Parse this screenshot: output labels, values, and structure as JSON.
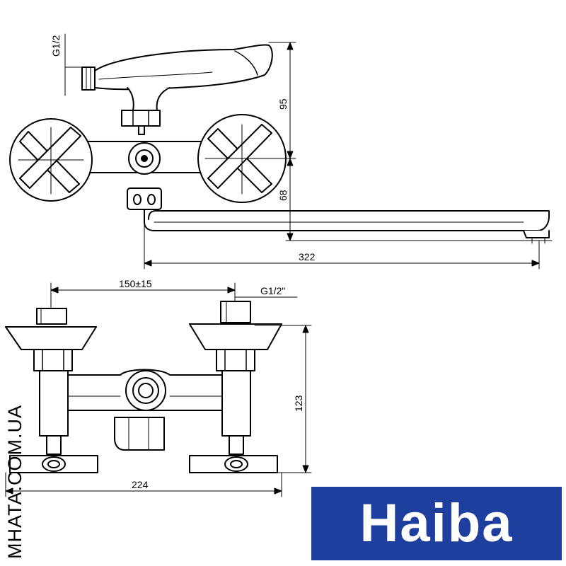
{
  "diagram": {
    "top_view": {
      "thread_label": "G1/2",
      "height_upper": "95",
      "height_lower": "68",
      "spout_length": "322"
    },
    "front_view": {
      "center_distance": "150±15",
      "thread_label": "G1/2\"",
      "height": "123",
      "width": "224"
    }
  },
  "watermark": "MHATA.COM.UA",
  "brand": {
    "name": "Haiba",
    "color": "#1f3f9e"
  }
}
